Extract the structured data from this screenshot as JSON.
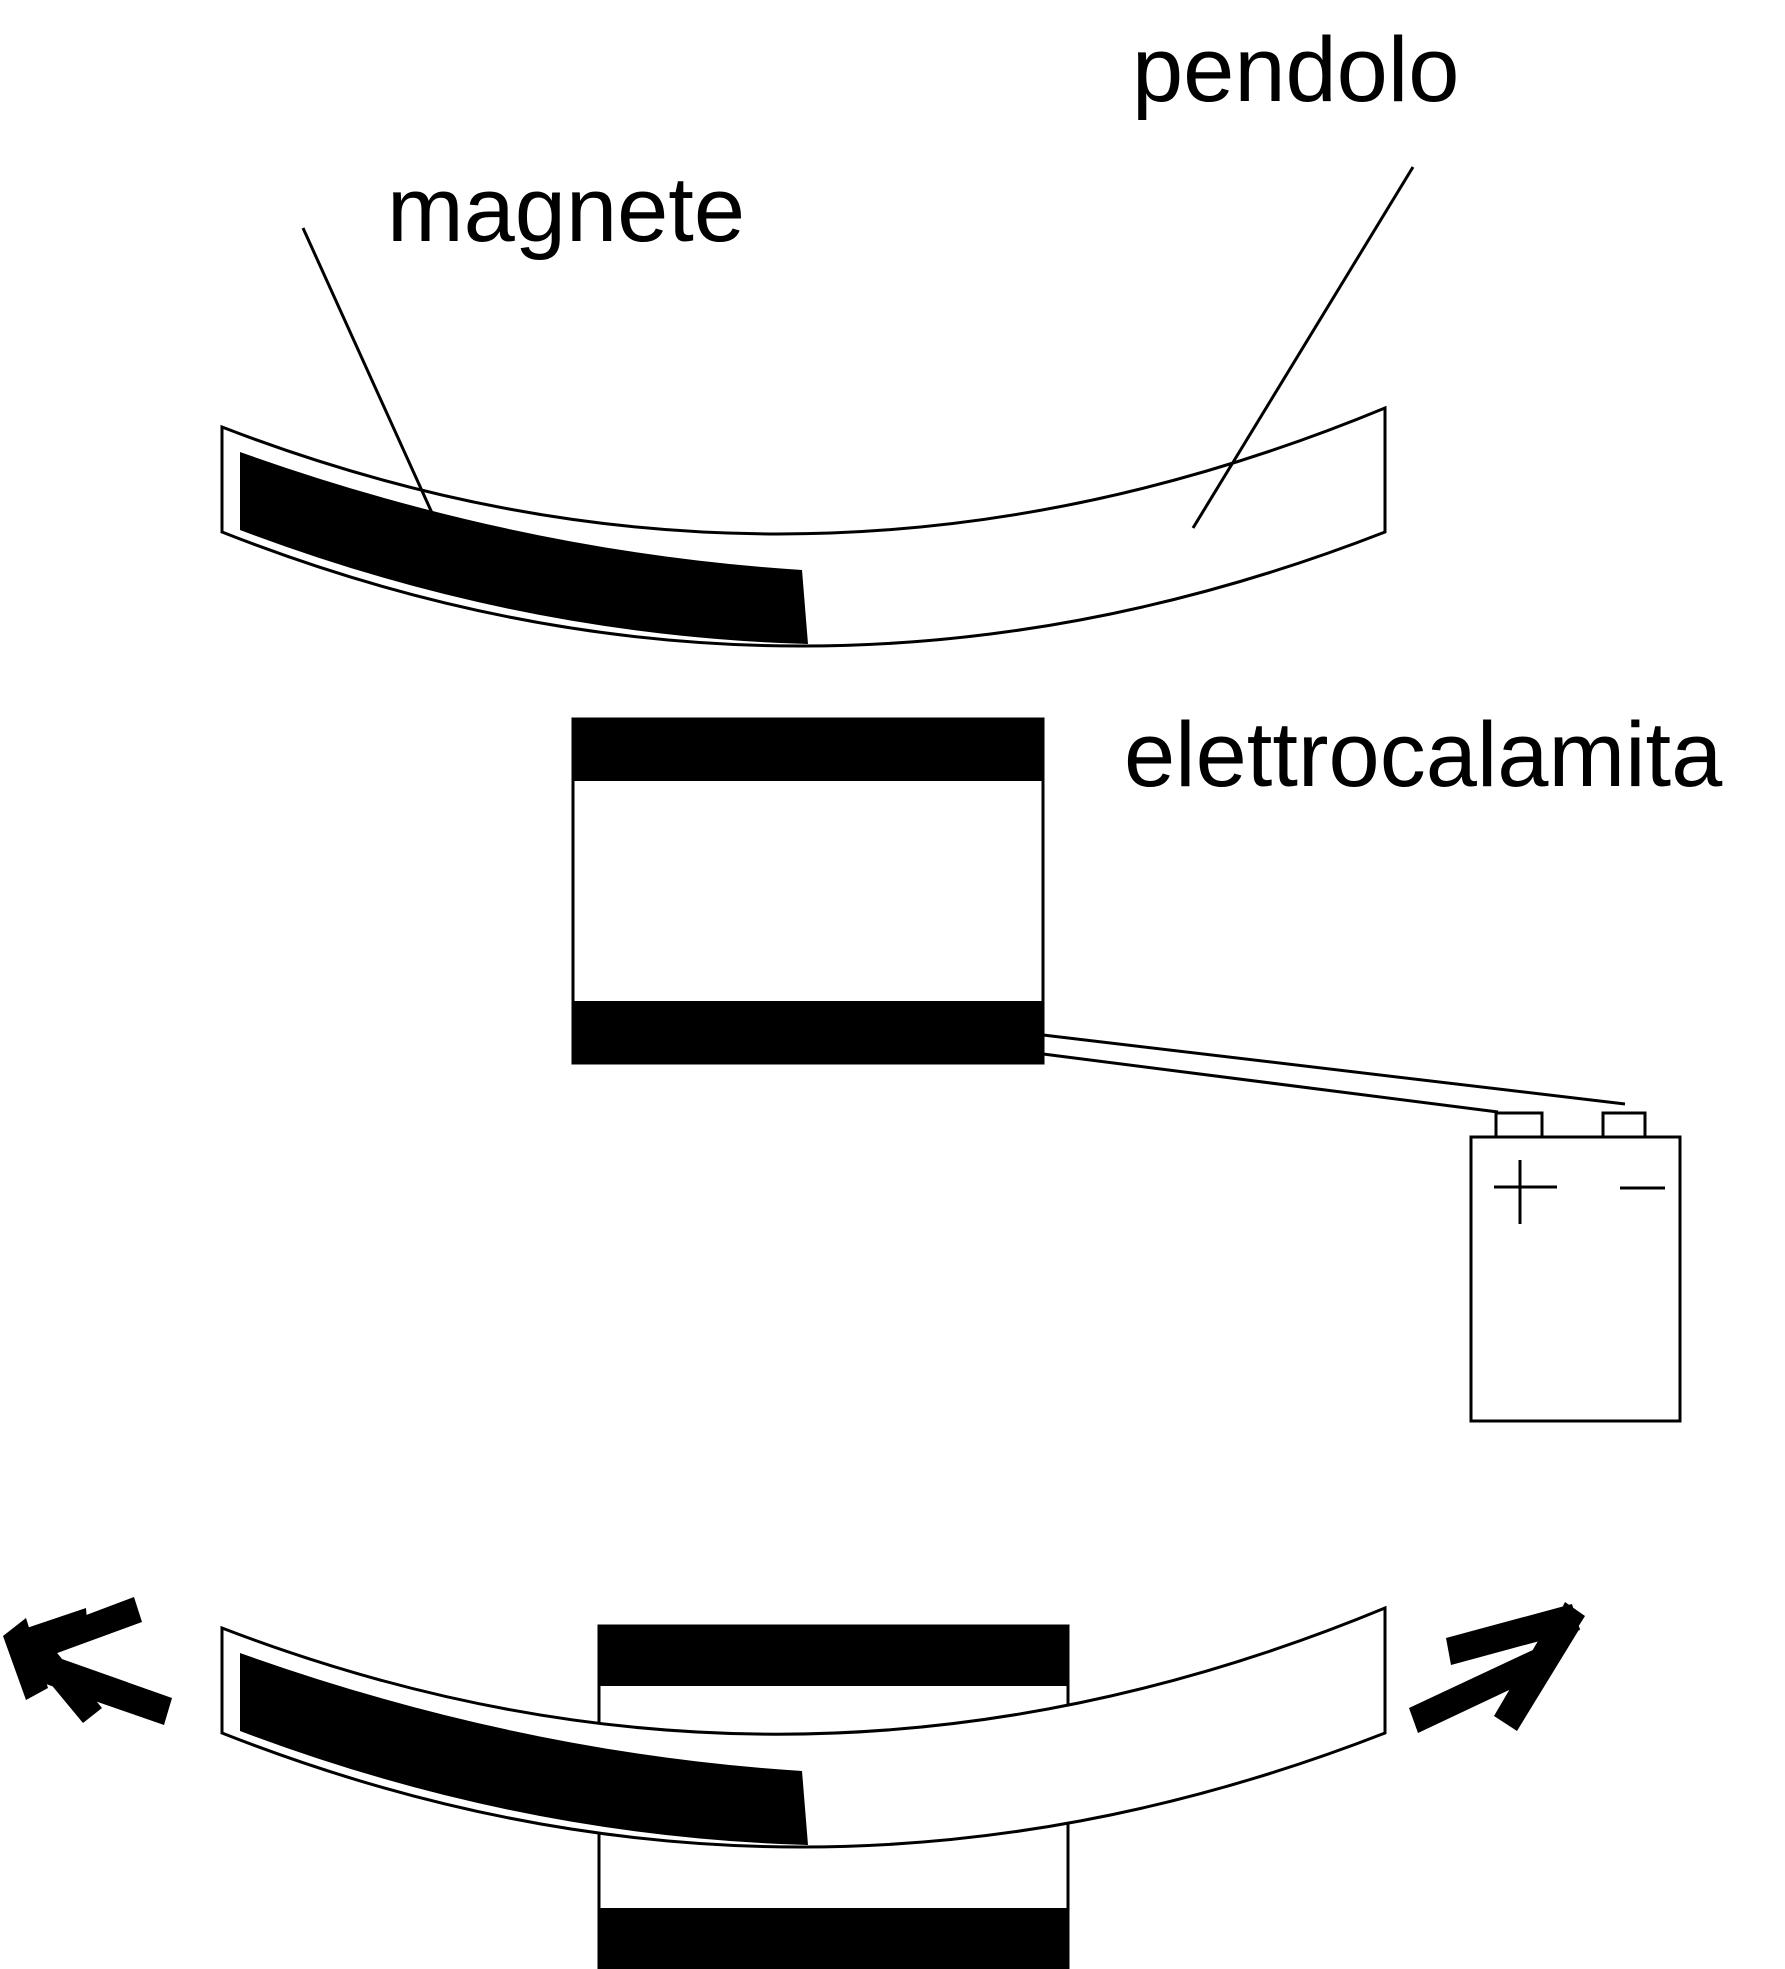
{
  "labels": {
    "pendulum": "pendolo",
    "magnet": "magnete",
    "electromagnet": "elettrocalamita"
  },
  "battery": {
    "plus": "+",
    "minus": "−"
  },
  "colors": {
    "ink": "#000000",
    "background": "#ffffff"
  },
  "icons": {
    "swing_left": "arrow-up-left-icon",
    "swing_right": "arrow-up-right-icon"
  }
}
